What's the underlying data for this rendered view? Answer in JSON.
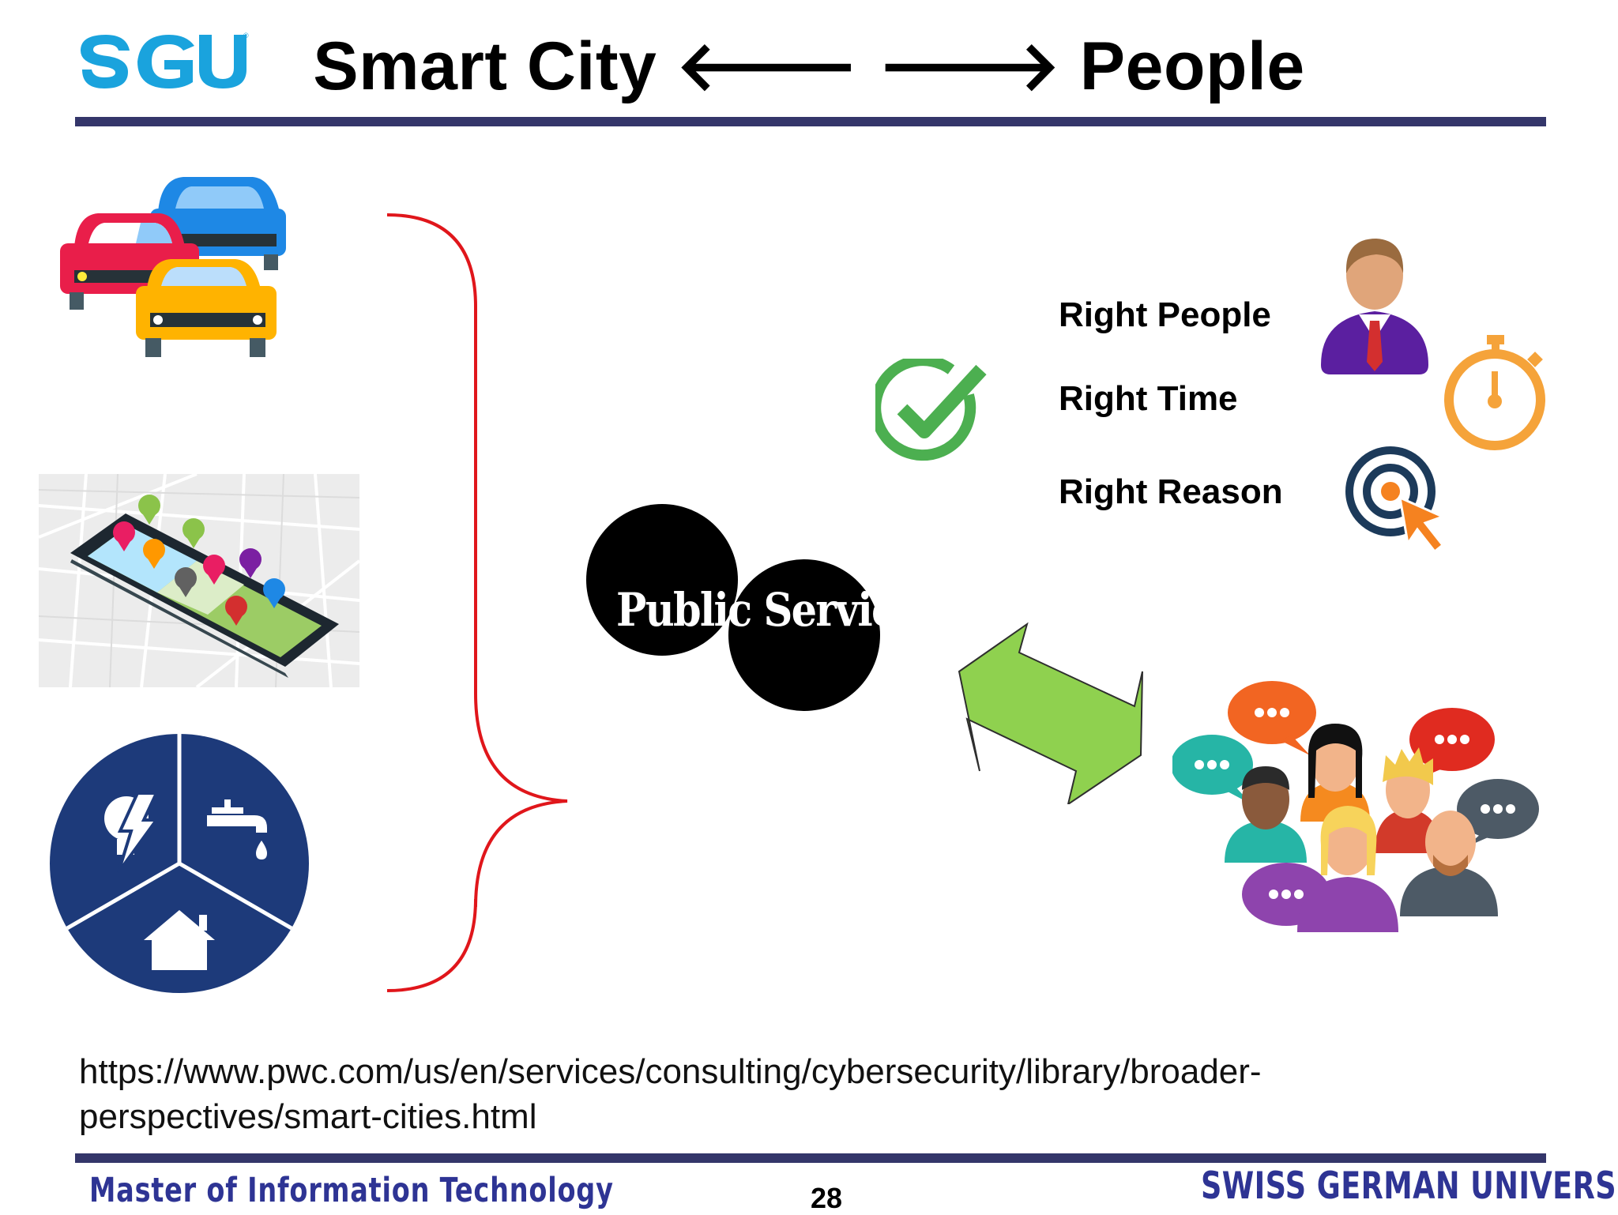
{
  "header": {
    "logo_text": "SGU",
    "title": "Smart City 🡐 🡒 People"
  },
  "right_list": {
    "items": [
      "Right People",
      "Right Time",
      "Right Reason"
    ]
  },
  "center": {
    "label": "Public Service"
  },
  "source": {
    "url_line1": "https://www.pwc.com/us/en/services/consulting/cybersecurity/library/broader-",
    "url_line2": "perspectives/smart-cities.html"
  },
  "footer": {
    "program": "Master of Information Technology",
    "page_number": "28",
    "university": "SWISS GERMAN UNIVERSITY"
  },
  "colors": {
    "rule": "#34366a",
    "footer_text": "#2e3494",
    "brace": "#e0161b",
    "logo_blue": "#1aa3dd"
  },
  "icons": [
    "cars-icon",
    "smartphone-map-icon",
    "utilities-icon",
    "checkmark-icon",
    "businessman-icon",
    "stopwatch-icon",
    "target-icon",
    "double-arrow-icon",
    "people-chat-icon"
  ]
}
